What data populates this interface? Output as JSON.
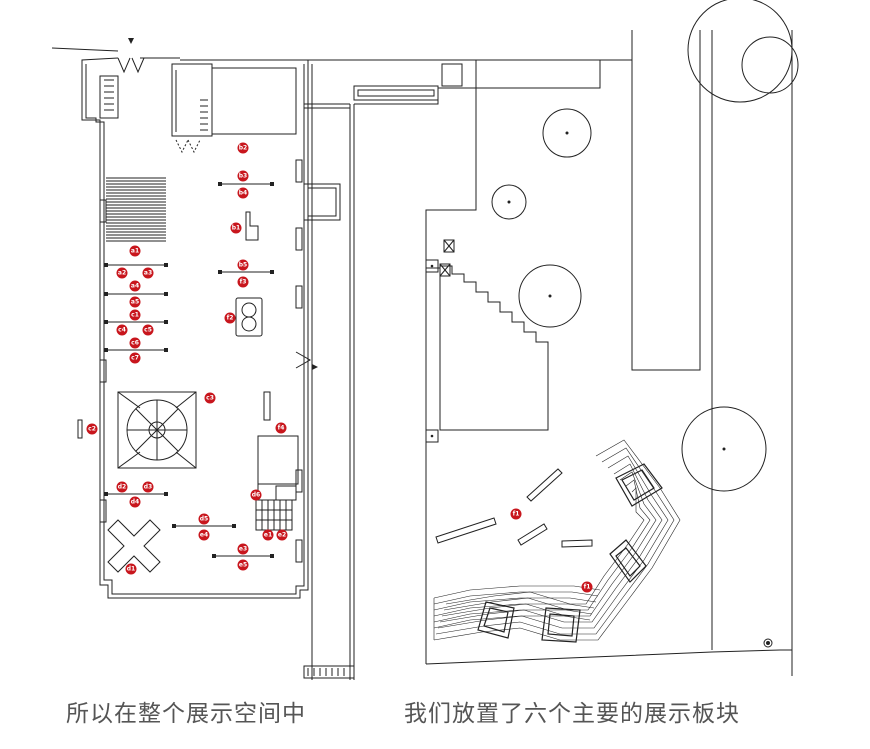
{
  "captions": {
    "left": "所以在整个展示空间中",
    "right": "我们放置了六个主要的展示板块"
  },
  "markers": [
    {
      "id": "b2",
      "label": "b2"
    },
    {
      "id": "b3",
      "label": "b3"
    },
    {
      "id": "b4",
      "label": "b4"
    },
    {
      "id": "b1",
      "label": "b1"
    },
    {
      "id": "b5",
      "label": "b5"
    },
    {
      "id": "f3",
      "label": "f3"
    },
    {
      "id": "f2",
      "label": "f2"
    },
    {
      "id": "a1",
      "label": "a1"
    },
    {
      "id": "a2",
      "label": "a2"
    },
    {
      "id": "a3",
      "label": "a3"
    },
    {
      "id": "a4",
      "label": "a4"
    },
    {
      "id": "a5",
      "label": "a5"
    },
    {
      "id": "c1",
      "label": "c1"
    },
    {
      "id": "c4",
      "label": "c4"
    },
    {
      "id": "c5",
      "label": "c5"
    },
    {
      "id": "c6",
      "label": "c6"
    },
    {
      "id": "c7",
      "label": "c7"
    },
    {
      "id": "c3",
      "label": "c3"
    },
    {
      "id": "c2",
      "label": "c2"
    },
    {
      "id": "f4",
      "label": "f4"
    },
    {
      "id": "d2",
      "label": "d2"
    },
    {
      "id": "d3",
      "label": "d3"
    },
    {
      "id": "d4",
      "label": "d4"
    },
    {
      "id": "d6",
      "label": "d6"
    },
    {
      "id": "d5",
      "label": "d5"
    },
    {
      "id": "e4",
      "label": "e4"
    },
    {
      "id": "e1",
      "label": "e1"
    },
    {
      "id": "e2",
      "label": "e2"
    },
    {
      "id": "e3",
      "label": "e3"
    },
    {
      "id": "e5",
      "label": "e5"
    },
    {
      "id": "d1",
      "label": "d1"
    },
    {
      "id": "f1",
      "label": "f1"
    },
    {
      "id": "f1b",
      "label": "f1"
    }
  ]
}
